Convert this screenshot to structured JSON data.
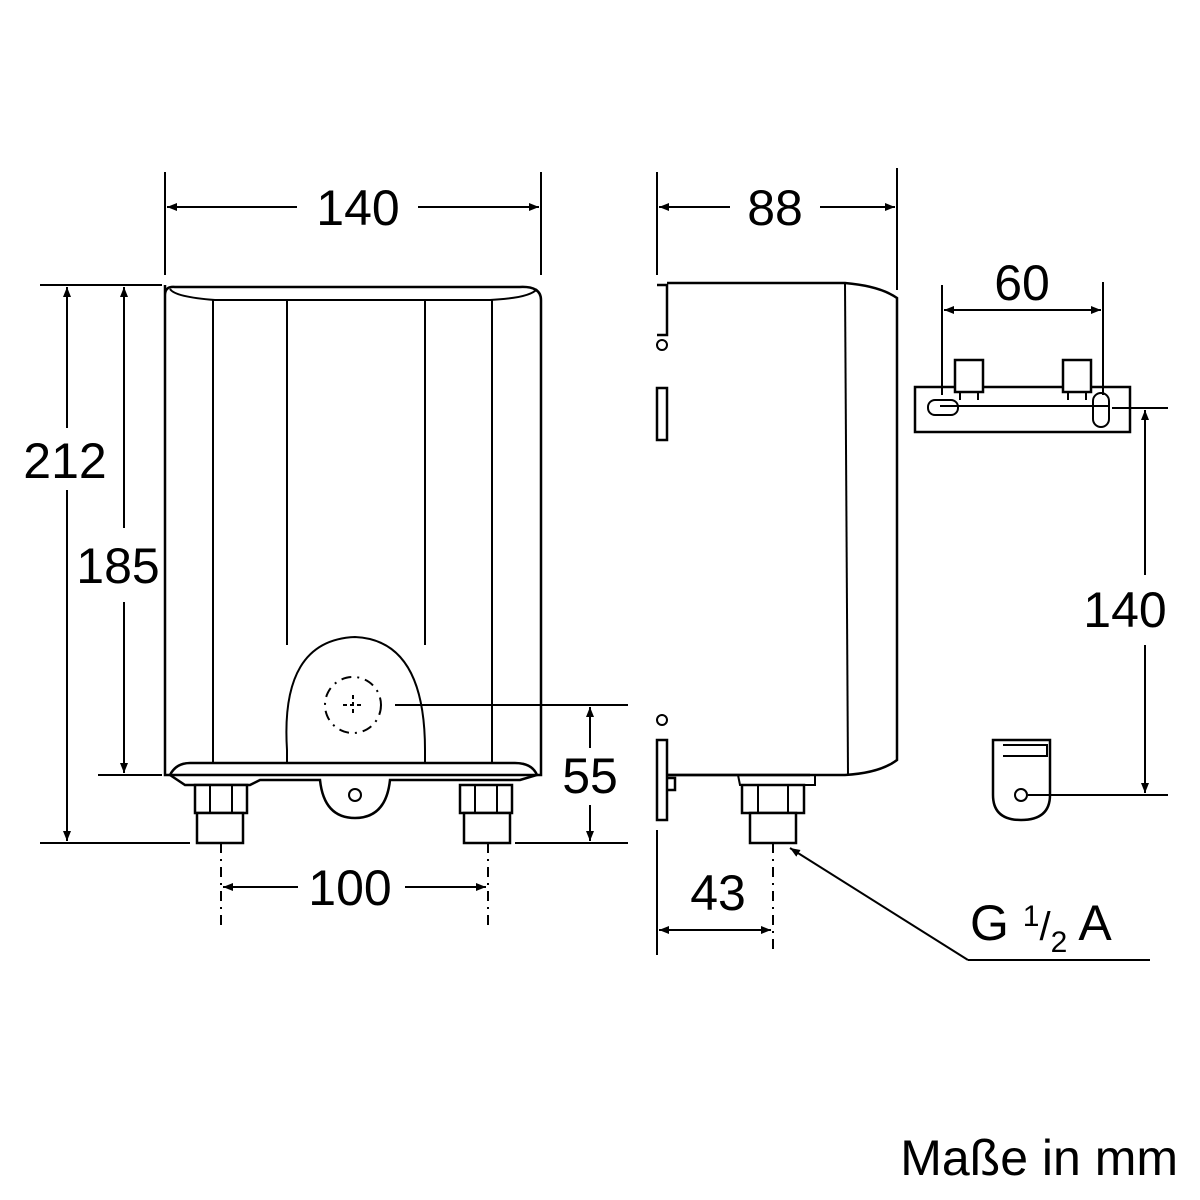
{
  "dimensions": {
    "front_width": "140",
    "side_depth": "88",
    "bracket_spacing": "60",
    "total_height": "212",
    "body_height": "185",
    "connection_height": "55",
    "connection_spacing": "100",
    "wall_to_connection": "43",
    "bracket_vertical": "140"
  },
  "thread": {
    "prefix": "G ",
    "numerator": "1",
    "slash": "/",
    "denominator": "2",
    "suffix": " A"
  },
  "units_note": "Maße in mm"
}
